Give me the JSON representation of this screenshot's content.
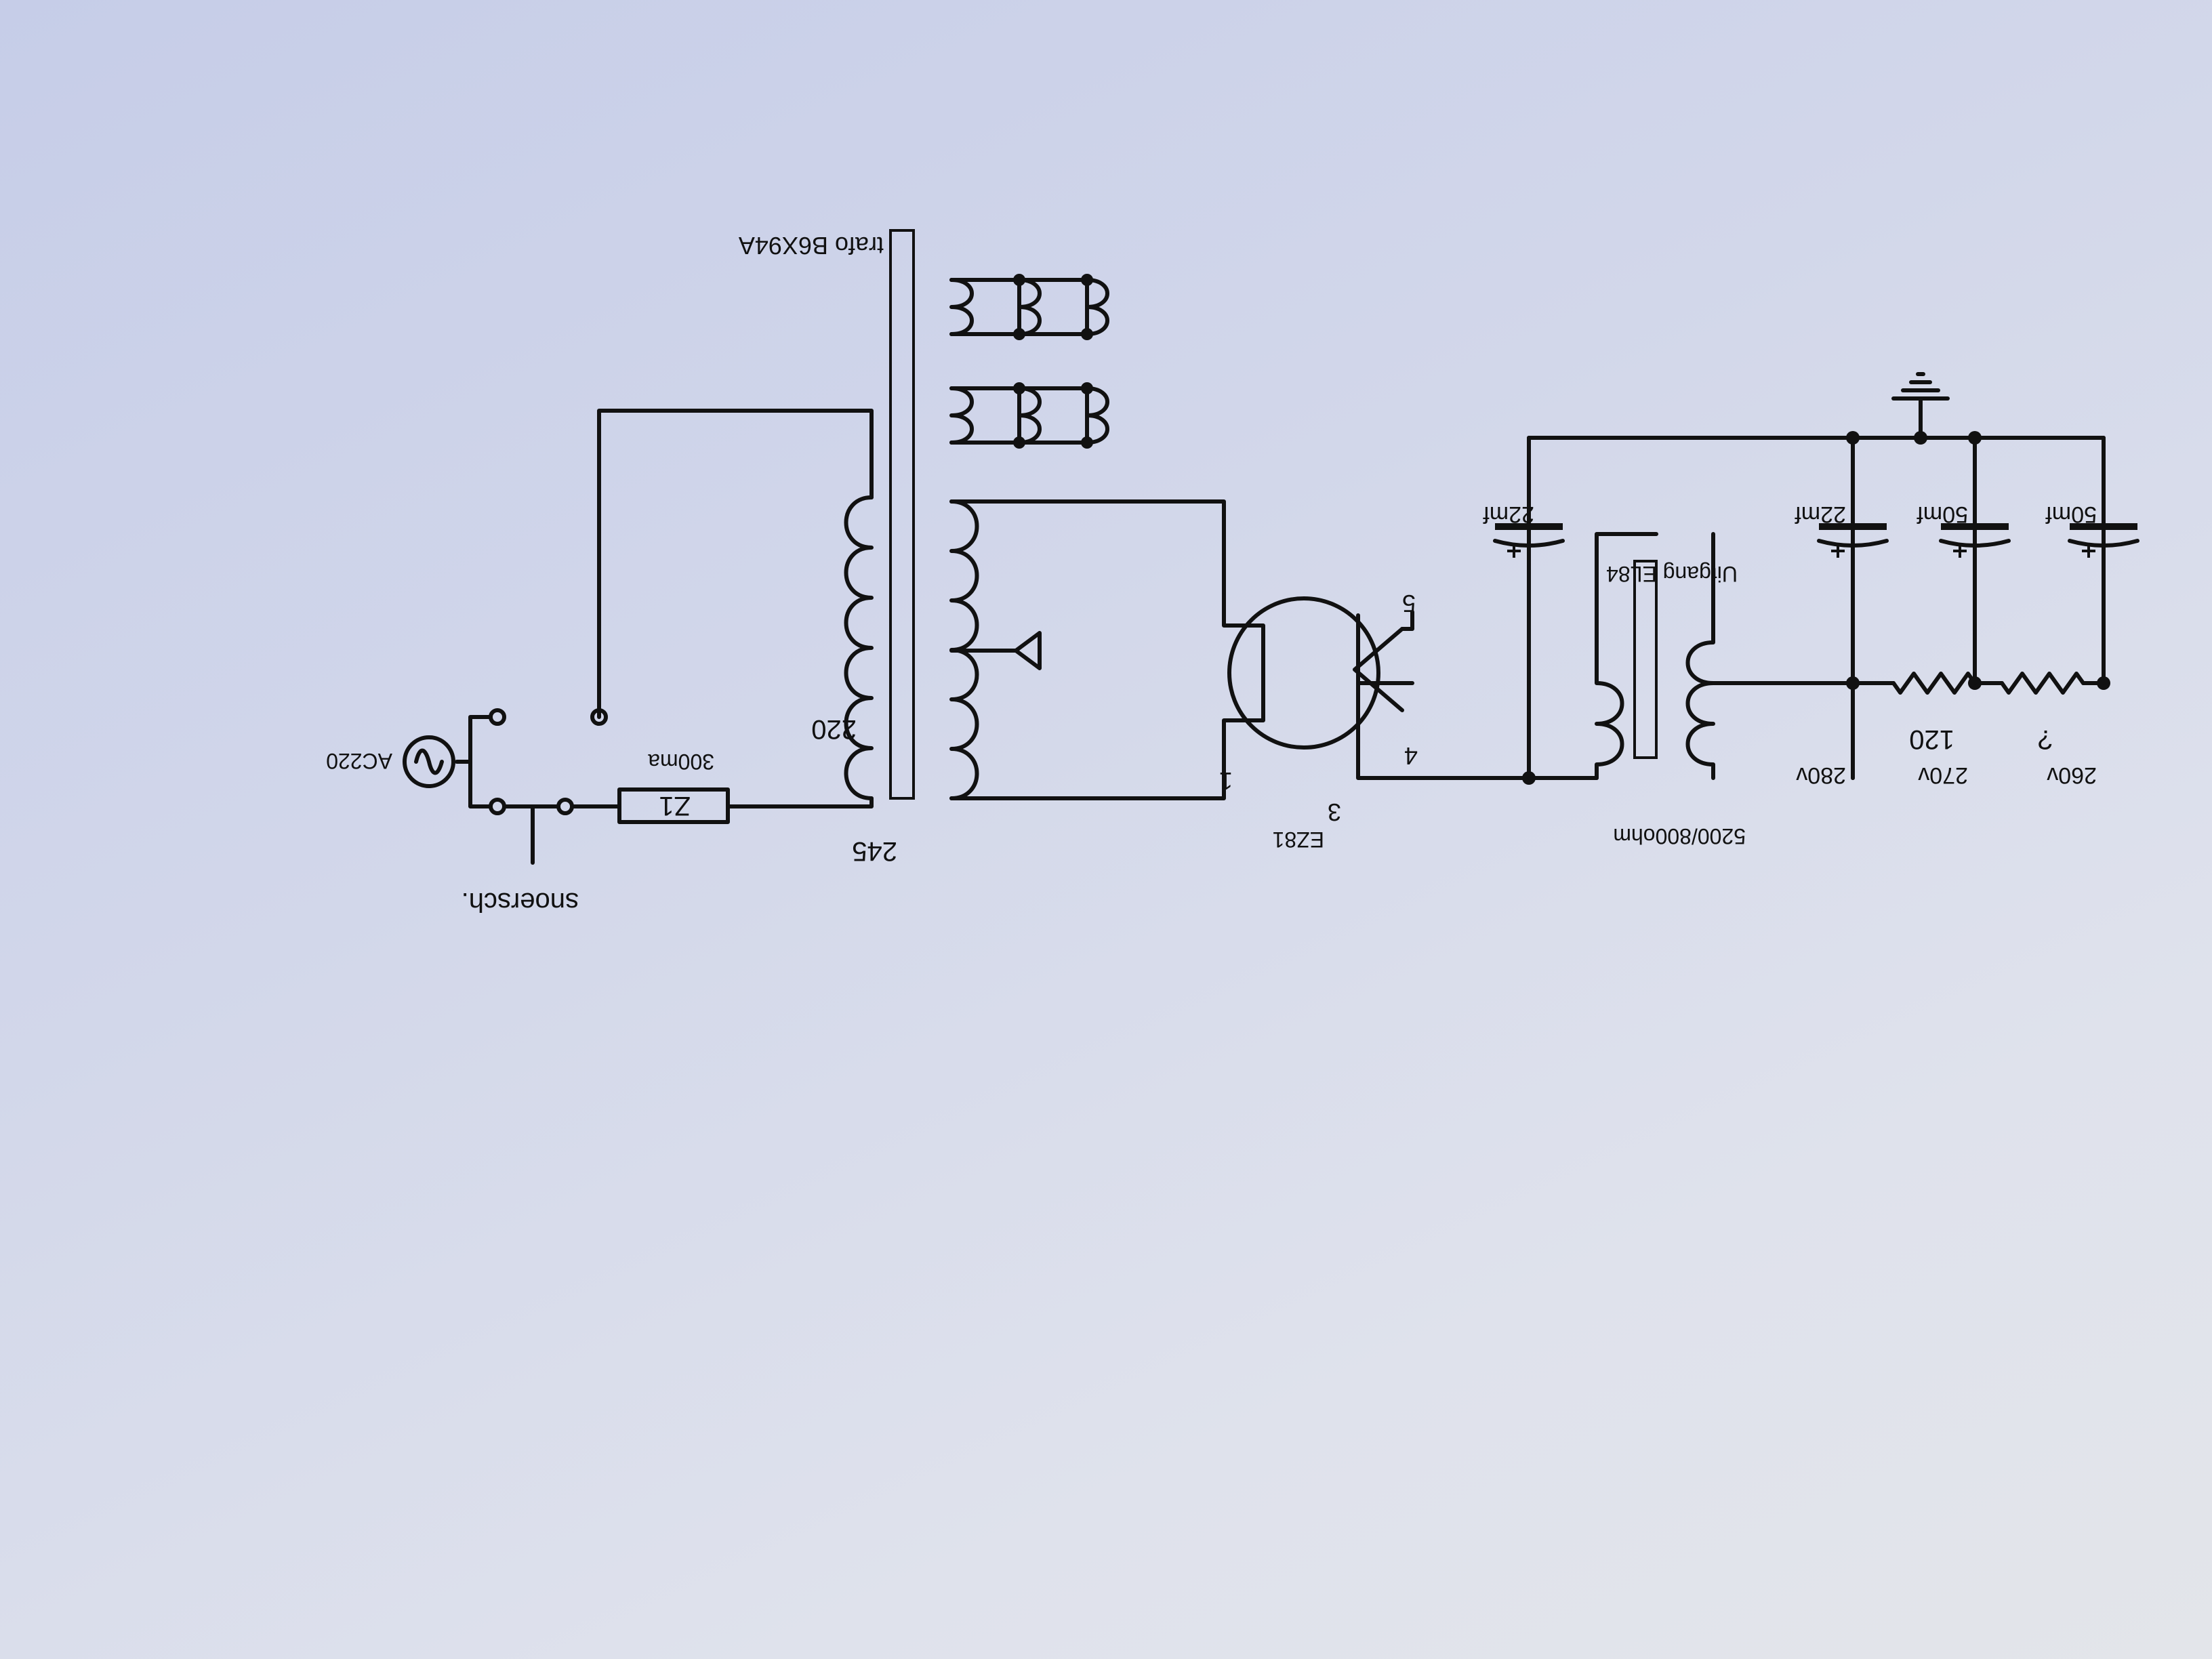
{
  "colors": {
    "ink": "#111111",
    "paper": "#d2d7ea",
    "background": "#b9bfae"
  },
  "labels": {
    "transformer": "trafo B6X94A",
    "switch": "snoersch.",
    "ac_source": "AC220",
    "fuse_name": "Z1",
    "fuse_rating": "300ma",
    "tap_245": "245",
    "tap_220": "220",
    "rectifier_tube": "EZ81",
    "pin_1": "1",
    "pin_3": "3",
    "pin_4": "4",
    "pin_5": "5",
    "output_transformer": "Uitgang EL84",
    "impedance": "5200/800ohm",
    "cap1": "22mf",
    "cap2": "22mf",
    "cap3": "50mf",
    "cap4": "50mf",
    "res1": "120",
    "res2": "?",
    "volt_280": "280v",
    "volt_270": "270v",
    "volt_260": "260v"
  }
}
